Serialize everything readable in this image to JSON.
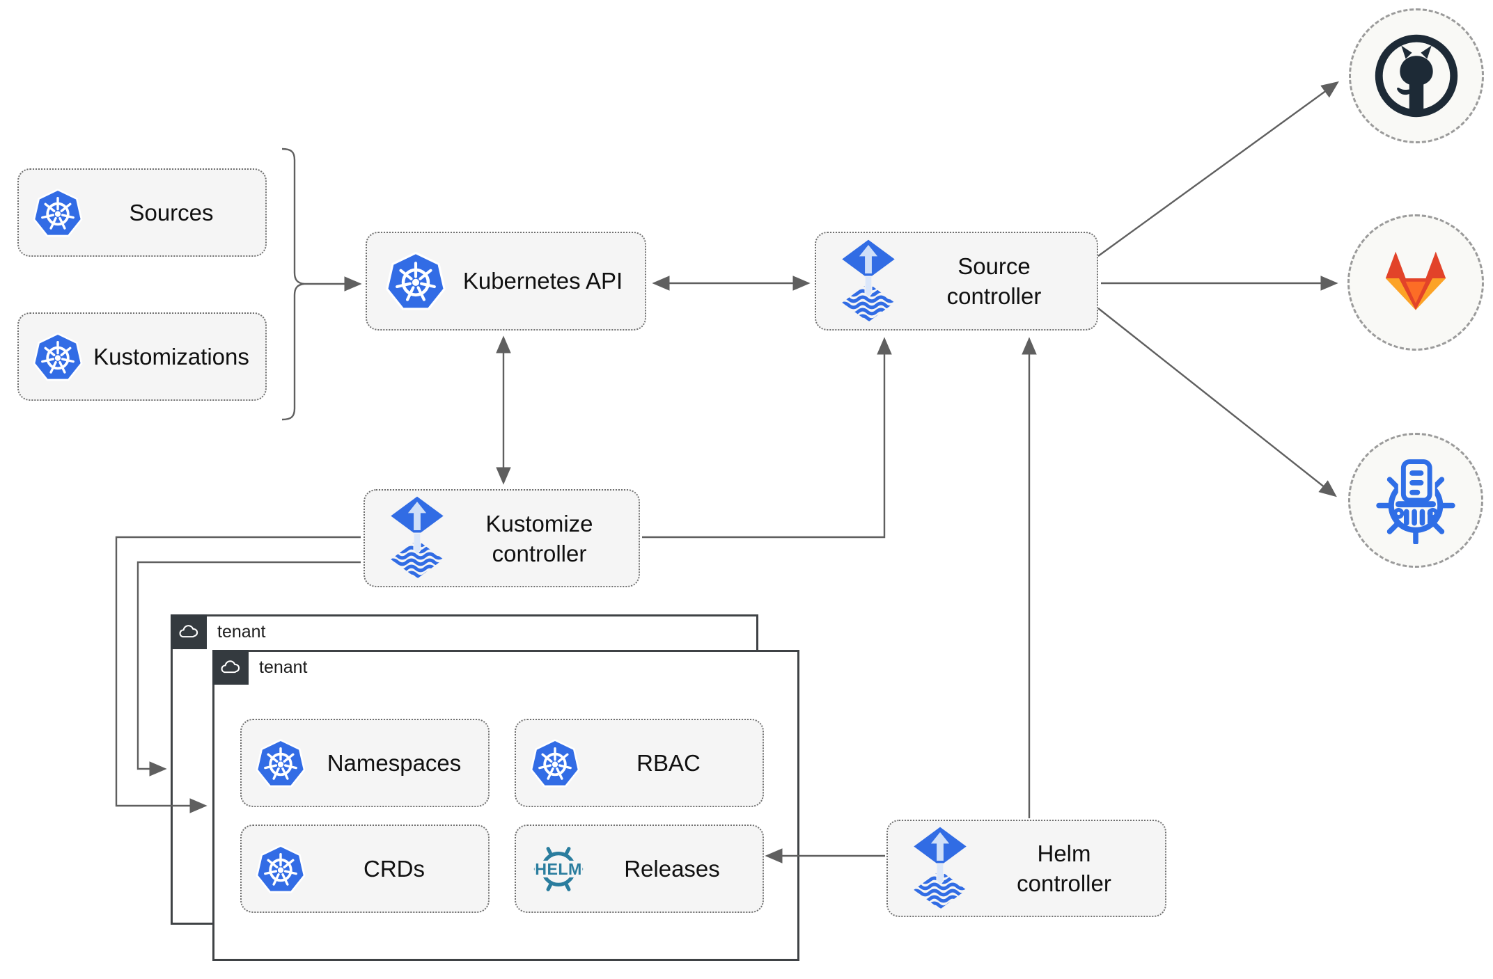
{
  "diagram": {
    "nodes": {
      "sources": {
        "label": "Sources"
      },
      "kustomizations": {
        "label": "Kustomizations"
      },
      "kubernetes_api": {
        "label": "Kubernetes API"
      },
      "source_controller": {
        "line1": "Source",
        "line2": "controller"
      },
      "kustomize_controller": {
        "line1": "Kustomize",
        "line2": "controller"
      },
      "helm_controller": {
        "line1": "Helm",
        "line2": "controller"
      },
      "namespaces": {
        "label": "Namespaces"
      },
      "rbac": {
        "label": "RBAC"
      },
      "crds": {
        "label": "CRDs"
      },
      "releases": {
        "label": "Releases"
      }
    },
    "containers": {
      "tenant_back": {
        "label": "tenant"
      },
      "tenant_front": {
        "label": "tenant"
      }
    },
    "icons": {
      "kubernetes": "kubernetes-logo",
      "flux": "flux-logo",
      "helm_wheel": "helm-logo",
      "helm_wheel_text": "HELM",
      "cloud": "cloud-icon",
      "github": "github-logo",
      "gitlab": "gitlab-logo",
      "helm_repository": "chartmuseum-logo"
    },
    "colors": {
      "kubernetes_blue": "#326ce5",
      "flux_blue": "#316ce4",
      "flux_arrow_light": "#cfdff8",
      "helm_teal": "#2a7d9e",
      "github_dark": "#1d2a36",
      "gitlab_red": "#e24329",
      "gitlab_orange": "#fc6d26",
      "gitlab_amber": "#fca326",
      "repository_blue": "#2f6ee6",
      "connector_gray": "#5f5f5f",
      "node_fill": "#f5f5f5",
      "tenant_tab_dark": "#343a3f"
    }
  }
}
